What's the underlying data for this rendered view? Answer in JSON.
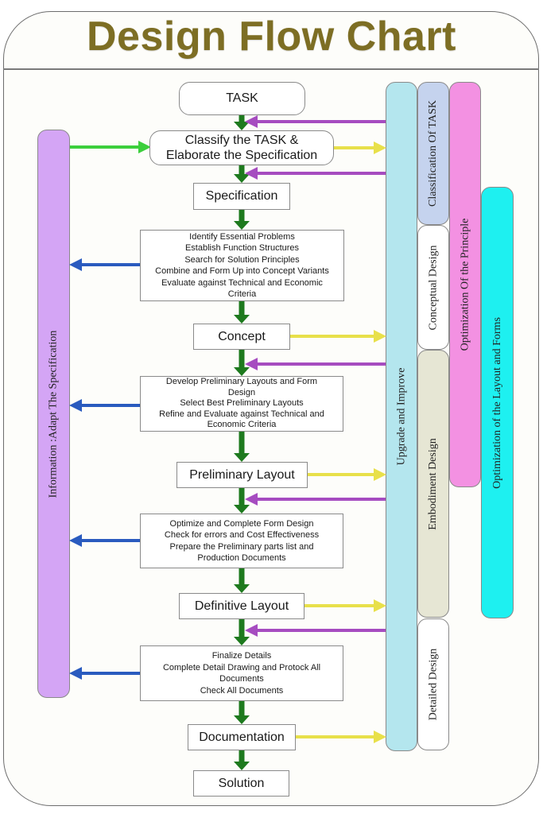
{
  "title": "Design Flow Chart",
  "flow": {
    "task": "TASK",
    "classify": [
      "Classify the TASK &",
      "Elaborate the Specification"
    ],
    "specification": "Specification",
    "conceptual_steps": [
      "Identify Essential Problems",
      "Establish Function Structures",
      "Search for Solution Principles",
      "Combine and Form Up into Concept Variants",
      "Evaluate against Technical and Economic",
      "Criteria"
    ],
    "concept": "Concept",
    "embodiment_steps": [
      "Develop Preliminary Layouts and Form",
      "Design",
      "Select Best Preliminary Layouts",
      "Refine and Evaluate against Technical and",
      "Economic Criteria"
    ],
    "preliminary_layout": "Preliminary Layout",
    "optimize_steps": [
      "Optimize and Complete Form Design",
      "Check for errors and Cost Effectiveness",
      "Prepare the Preliminary parts list and",
      "Production Documents"
    ],
    "definitive_layout": "Definitive Layout",
    "detail_steps": [
      "Finalize Details",
      "Complete Detail Drawing and Protock All",
      "Documents",
      "Check All Documents"
    ],
    "documentation": "Documentation",
    "solution": "Solution"
  },
  "side_labels": {
    "information": "Information :Adapt The Specification",
    "upgrade": "Upgrade and Improve",
    "classification": "Classification Of TASK",
    "conceptual_design": "Conceptual Design",
    "embodiment_design": "Embodiment Design",
    "detailed_design": "Detailed Design",
    "optimization_principle": "Optimization Of the Principle",
    "optimization_layout": "Optimization of the Layout and Forms"
  },
  "colors": {
    "title": "#7d6e24",
    "flow_arrow": "#1e7a1e",
    "feedback_arrow": "#a64cc0",
    "output_arrow": "#e8e04a",
    "info_arrow": "#2a5bbf",
    "input_arrow": "#3ccf3c",
    "information_strip": "#d4a5f5",
    "upgrade_strip": "#b4e6ee",
    "classification_strip": "#c5d3ee",
    "conceptual_strip": "#ffffff",
    "embodiment_strip": "#e6e6d4",
    "detailed_strip": "#ffffff",
    "principle_strip": "#f391e2",
    "layout_strip": "#1ef0f0"
  }
}
